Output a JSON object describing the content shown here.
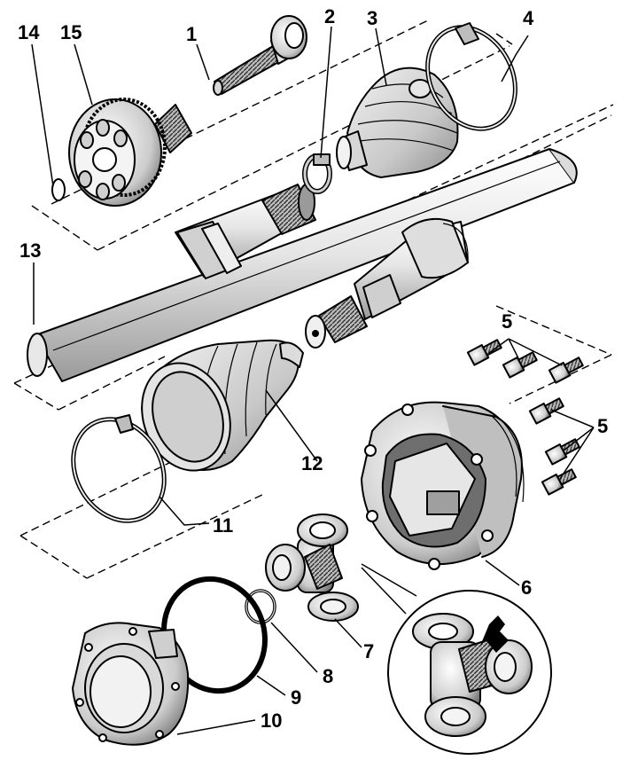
{
  "diagram": {
    "callouts": [
      {
        "id": "1",
        "text": "1"
      },
      {
        "id": "2",
        "text": "2"
      },
      {
        "id": "3",
        "text": "3"
      },
      {
        "id": "4",
        "text": "4"
      },
      {
        "id": "5a",
        "text": "5"
      },
      {
        "id": "5b",
        "text": "5"
      },
      {
        "id": "6",
        "text": "6"
      },
      {
        "id": "7",
        "text": "7"
      },
      {
        "id": "8",
        "text": "8"
      },
      {
        "id": "9",
        "text": "9"
      },
      {
        "id": "10",
        "text": "10"
      },
      {
        "id": "11",
        "text": "11"
      },
      {
        "id": "12",
        "text": "12"
      },
      {
        "id": "13",
        "text": "13"
      },
      {
        "id": "14",
        "text": "14"
      },
      {
        "id": "15",
        "text": "15"
      }
    ],
    "colors": {
      "line": "#000000",
      "metal": "#d9d9d9",
      "metal_dark": "#8c8c8c",
      "boot": "#cfcfcf",
      "background": "#ffffff"
    }
  }
}
